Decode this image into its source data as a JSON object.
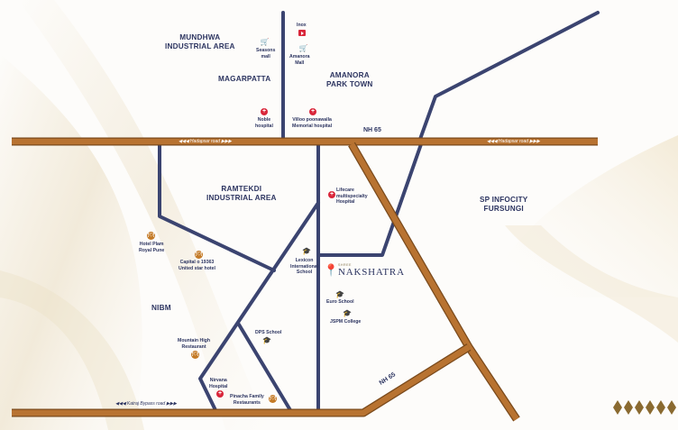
{
  "areas": {
    "mundhwa": [
      "MUNDHWA",
      "INDUSTRIAL AREA"
    ],
    "magarpatta": "MAGARPATTA",
    "amanora": [
      "AMANORA",
      "PARK TOWN"
    ],
    "ramtekdi": [
      "RAMTEKDI",
      "INDUSTRIAL AREA"
    ],
    "sp_infocity": [
      "SP INFOCITY",
      "FURSUNGI"
    ],
    "nibm": "NIBM"
  },
  "roads": {
    "nh65_top": "NH 65",
    "nh65_bottom": "NH 65",
    "hadapsar_left": "◀◀◀ Hadapsar road ▶▶▶",
    "hadapsar_right": "◀◀◀ Hadapsar road ▶▶▶",
    "katraj": "◀◀◀ Katraj Bypass road ▶▶▶"
  },
  "places": {
    "inox": "Inox",
    "seasons_mall": [
      "Seasons",
      "mall"
    ],
    "amanora_mall": [
      "Amanora",
      "Mall"
    ],
    "noble_hospital": [
      "Noble",
      "hospital"
    ],
    "villoo": [
      "Villoo poonawalla",
      "Memorial hospital"
    ],
    "lifecare": [
      "Lifecare",
      "multispecialty",
      "Hospital"
    ],
    "hotel_plam": [
      "Hotel Plam",
      "Royal Pune"
    ],
    "capital": [
      "Capital o 19363",
      "United star hotel"
    ],
    "lexicon": [
      "Lexicon",
      "International",
      "School"
    ],
    "euro_school": "Euro School",
    "jspm": "JSPM College",
    "dps": "DPS School",
    "mountain_high": [
      "Mountain High",
      "Restaurant"
    ],
    "nirvana": [
      "Nirvana",
      "Hospital"
    ],
    "pinacha": [
      "Pinacha Family",
      "Restaurants"
    ]
  },
  "project": {
    "subtitle": "SHREE",
    "name": "NAKSHATRA"
  },
  "icons": {
    "hospital": "hospital-icon",
    "mall": "shopping-cart-icon",
    "cinema": "cinema-icon",
    "school": "graduation-cap-icon",
    "restaurant": "restaurant-icon",
    "location": "location-pin-icon"
  },
  "colors": {
    "highway": "#b87331",
    "highway_edge": "#7a4a1c",
    "local_road": "#3b4470",
    "text": "#2d3561",
    "hospital": "#d9263a",
    "mall": "#138a73",
    "school": "#2a88c9",
    "restaurant": "#c47a26",
    "gold": "#d39a2c"
  }
}
